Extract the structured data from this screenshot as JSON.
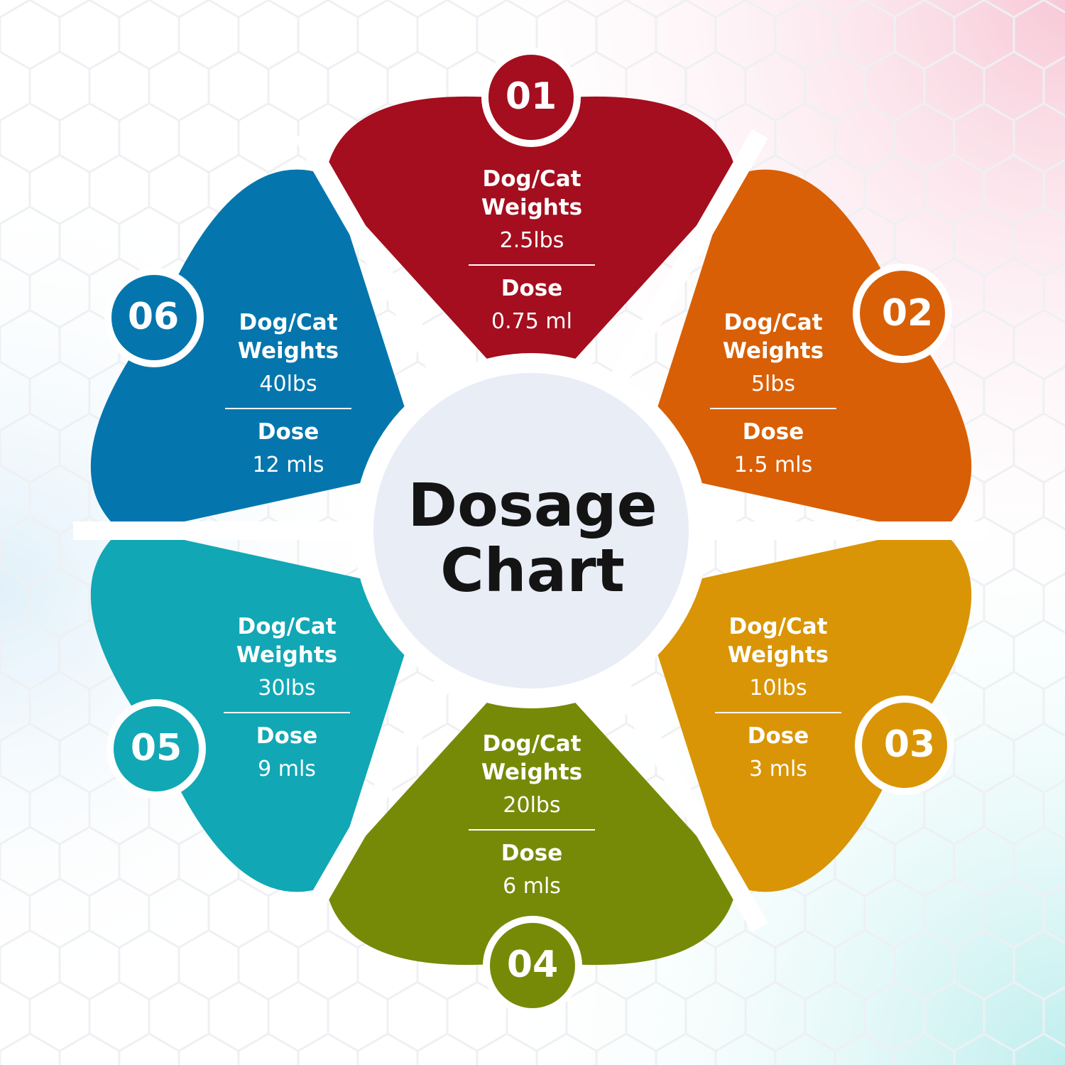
{
  "title_line1": "Dosage",
  "title_line2": "Chart",
  "segments": [
    {
      "num": "01",
      "weight_label_line1": "Dog/Cat",
      "weight_label_line2": "Weights",
      "weight": "2.5lbs",
      "dose_label": "Dose",
      "dose": "0.75 ml",
      "color": "#a40e1e"
    },
    {
      "num": "02",
      "weight_label_line1": "Dog/Cat",
      "weight_label_line2": "Weights",
      "weight": "5lbs",
      "dose_label": "Dose",
      "dose": "1.5 mls",
      "color": "#d85f05"
    },
    {
      "num": "03",
      "weight_label_line1": "Dog/Cat",
      "weight_label_line2": "Weights",
      "weight": "10lbs",
      "dose_label": "Dose",
      "dose": "3 mls",
      "color": "#d99505"
    },
    {
      "num": "04",
      "weight_label_line1": "Dog/Cat",
      "weight_label_line2": "Weights",
      "weight": "20lbs",
      "dose_label": "Dose",
      "dose": "6 mls",
      "color": "#768a07"
    },
    {
      "num": "05",
      "weight_label_line1": "Dog/Cat",
      "weight_label_line2": "Weights",
      "weight": "30lbs",
      "dose_label": "Dose",
      "dose": "9 mls",
      "color": "#11a7b5"
    },
    {
      "num": "06",
      "weight_label_line1": "Dog/Cat",
      "weight_label_line2": "Weights",
      "weight": "40lbs",
      "dose_label": "Dose",
      "dose": "12 mls",
      "color": "#0476ad"
    }
  ],
  "center_color": "#e8edf6"
}
